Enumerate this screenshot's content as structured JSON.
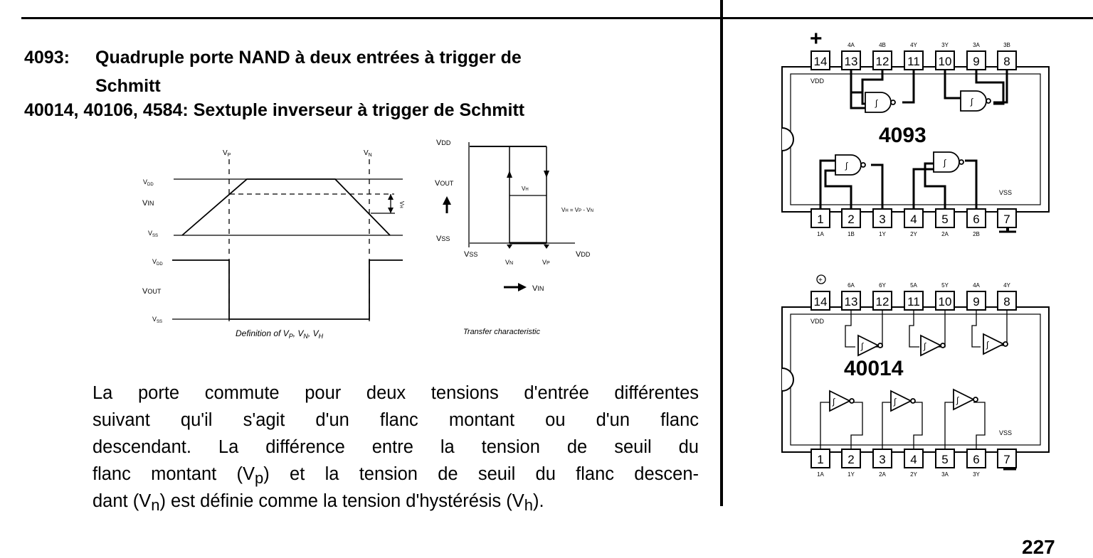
{
  "heading": {
    "line1_part": "4093:",
    "line1_text": "Quadruple porte NAND à deux entrées à trigger de",
    "line1_cont": "Schmitt",
    "line2": "40014, 40106, 4584: Sextuple inverseur à trigger de Schmitt"
  },
  "fig_def": {
    "vp": "Vp",
    "vn": "VN",
    "vdd": "VDD",
    "vin": "VIN",
    "vss": "VSS",
    "vh": "VH",
    "vdd2": "VDD",
    "vout": "VOUT",
    "vss2": "VSS",
    "caption": "Definition of VP, VN, VH"
  },
  "fig_transfer": {
    "vdd": "VDD",
    "vout": "VOUT",
    "vss": "VSS",
    "vh": "VH",
    "eq": "VH = VP - VN",
    "x_vss": "VSS",
    "x_vn": "VN",
    "x_vp": "VP",
    "x_vdd": "VDD",
    "vin": "VIN",
    "caption": "Transfer characteristic"
  },
  "paragraph": {
    "l1": "La porte commute pour deux tensions d'entrée différentes",
    "l2": "suivant qu'il s'agit d'un flanc montant ou d'un flanc",
    "l3": "descendant. La différence entre la tension de seuil du",
    "l4a": "flanc montant (V",
    "l4sub": "p",
    "l4b": ") et la tension de seuil du flanc descen-",
    "l5a": "dant (V",
    "l5sub": "n",
    "l5b": ") est définie comme la tension d'hystérésis (V",
    "l5sub2": "h",
    "l5c": ")."
  },
  "chip4093": {
    "handwritten": "4093",
    "vdd": "VDD",
    "vss": "VSS",
    "top_pins": [
      "14",
      "13",
      "12",
      "11",
      "10",
      "9",
      "8"
    ],
    "top_labels": [
      "",
      "4A",
      "4B",
      "4Y",
      "3Y",
      "3A",
      "3B"
    ],
    "bottom_pins": [
      "1",
      "2",
      "3",
      "4",
      "5",
      "6",
      "7"
    ],
    "bottom_labels": [
      "1A",
      "1B",
      "1Y",
      "2Y",
      "2A",
      "2B",
      ""
    ]
  },
  "chip40014": {
    "handwritten": "40014",
    "vdd": "VDD",
    "vss": "VSS",
    "top_pins": [
      "14",
      "13",
      "12",
      "11",
      "10",
      "9",
      "8"
    ],
    "top_labels": [
      "",
      "6A",
      "6Y",
      "5A",
      "5Y",
      "4A",
      "4Y"
    ],
    "bottom_pins": [
      "1",
      "2",
      "3",
      "4",
      "5",
      "6",
      "7"
    ],
    "bottom_labels": [
      "1A",
      "1Y",
      "2A",
      "2Y",
      "3A",
      "3Y",
      ""
    ]
  },
  "page_number": "227"
}
